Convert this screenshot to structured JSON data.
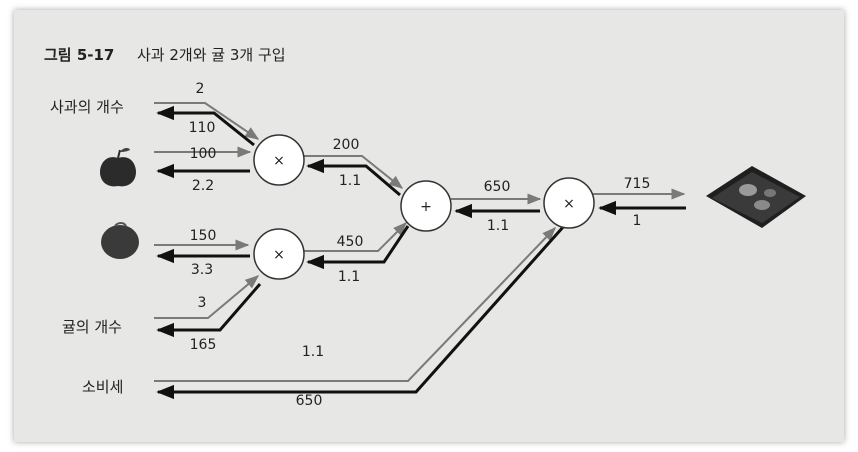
{
  "figure": {
    "number": "그림 5-17",
    "caption": "사과 2개와 귤 3개 구입"
  },
  "inputs": {
    "apple_count": "사과의 개수",
    "orange_count": "귤의 개수",
    "tax": "소비세"
  },
  "nodes": {
    "mul_apple": "×",
    "mul_orange": "×",
    "add": "+",
    "mul_tax": "×"
  },
  "forward": {
    "apple_count": "2",
    "apple_price": "100",
    "orange_price": "150",
    "orange_count": "3",
    "apple_total": "200",
    "orange_total": "450",
    "sum": "650",
    "tax": "1.1",
    "result": "715"
  },
  "backward": {
    "apple_count": "110",
    "apple_price": "2.2",
    "orange_price": "3.3",
    "orange_count": "165",
    "apple_total": "1.1",
    "orange_total": "1.1",
    "sum": "1.1",
    "tax": "650",
    "result": "1"
  },
  "colors": {
    "forward_arrow": "#7a7a7a",
    "backward_arrow": "#111111",
    "node_fill": "#ffffff",
    "background": "#e7e7e5"
  },
  "icons": [
    "apple-icon",
    "orange-icon",
    "wallet-icon"
  ]
}
